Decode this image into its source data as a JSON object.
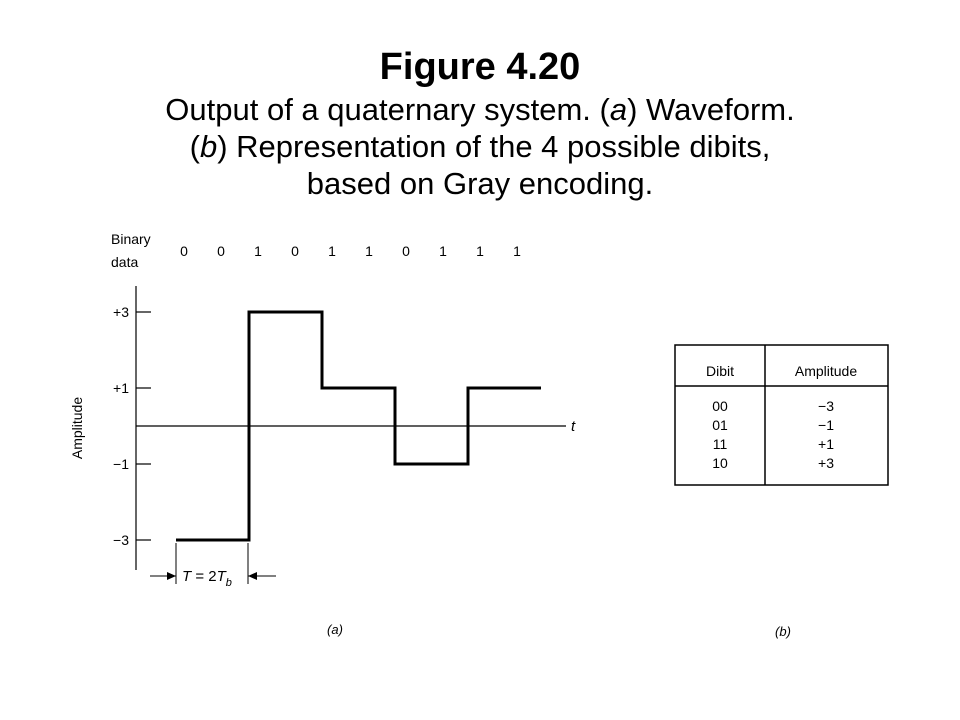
{
  "figure": {
    "title": "Figure 4.20",
    "caption_lines": [
      [
        "Output of a quaternary system. (",
        "a",
        ") Waveform."
      ],
      [
        "(",
        "b",
        ") Representation of the 4 possible dibits,"
      ],
      [
        "based on Gray encoding."
      ]
    ]
  },
  "waveform": {
    "binary_label_line1": "Binary",
    "binary_label_line2": "data",
    "binary_data": [
      "0",
      "0",
      "1",
      "0",
      "1",
      "1",
      "0",
      "1",
      "1",
      "1"
    ],
    "ylabel": "Amplitude",
    "tlabel": "t",
    "y_ticks": [
      "+3",
      "+1",
      "−1",
      "−3"
    ],
    "y_tick_values": [
      3,
      1,
      -1,
      -3
    ],
    "amplitudes": [
      -3,
      3,
      1,
      -1,
      1
    ],
    "period_label": {
      "T": "T",
      "eq": " = 2",
      "Tb": "T",
      "sub": "b"
    },
    "panel_label": "(a)"
  },
  "dibit_table": {
    "headers": [
      "Dibit",
      "Amplitude"
    ],
    "rows": [
      {
        "dibit": "00",
        "amplitude": "−3"
      },
      {
        "dibit": "01",
        "amplitude": "−1"
      },
      {
        "dibit": "11",
        "amplitude": "+1"
      },
      {
        "dibit": "10",
        "amplitude": "+3"
      }
    ],
    "panel_label": "(b)"
  }
}
